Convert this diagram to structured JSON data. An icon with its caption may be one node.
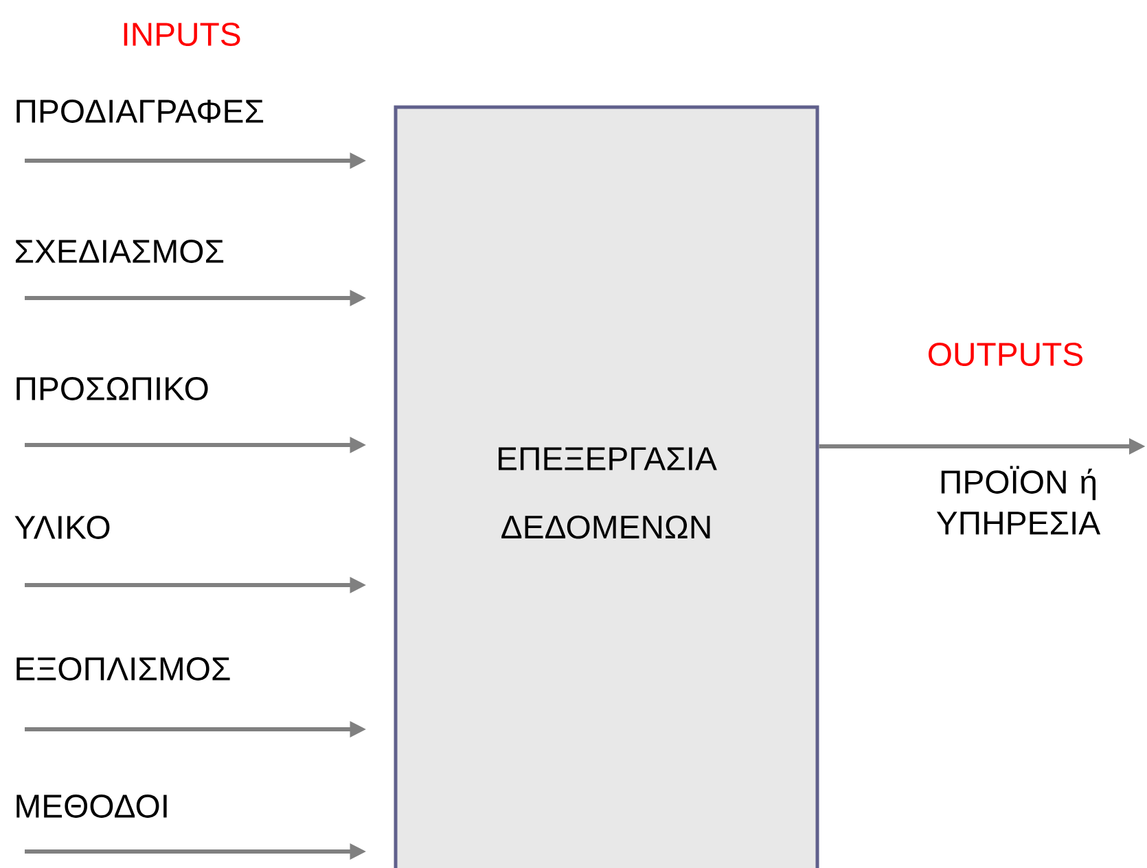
{
  "diagram": {
    "nodes": [
      {
        "text": [
          "ΠΡΟΔΙΑΓΡΑΦΕΣ"
        ]
      },
      {
        "text": [
          "ΣΧΕΔΙΑΣΜΟΣ"
        ]
      },
      {
        "text": [
          "ΠΡΟΣΩΠΙΚΟ"
        ]
      },
      {
        "text": [
          "ΥΛΙΚΟ"
        ]
      },
      {
        "text": [
          "ΕΞΟΠΛΙΣΜΟΣ"
        ]
      },
      {
        "text": [
          "ΜΕΘΟΔΟΙ"
        ]
      },
      {
        "text": [
          "ΕΠΕΞΕΡΓΑΣΙΑ ΔΕΔΟΜΕΝΩΝ"
        ]
      }
    ],
    "edges": [
      {
        "from": 0,
        "to": 6,
        "arrow": "to"
      },
      {
        "from": 1,
        "to": 6,
        "arrow": "to"
      },
      {
        "from": 2,
        "to": 6,
        "arrow": "to"
      },
      {
        "from": 3,
        "to": 6,
        "arrow": "to"
      },
      {
        "from": 4,
        "to": 6,
        "arrow": "to"
      },
      {
        "from": 5,
        "to": 6,
        "arrow": "to"
      },
      {
        "from": 6,
        "to": null,
        "arrow": "to",
        "label": "ΠΡΟΪΟΝ ή ΥΠΗΡΕΣΙΑ"
      }
    ],
    "labels": [
      "INPUTS",
      "OUTPUTS"
    ]
  }
}
